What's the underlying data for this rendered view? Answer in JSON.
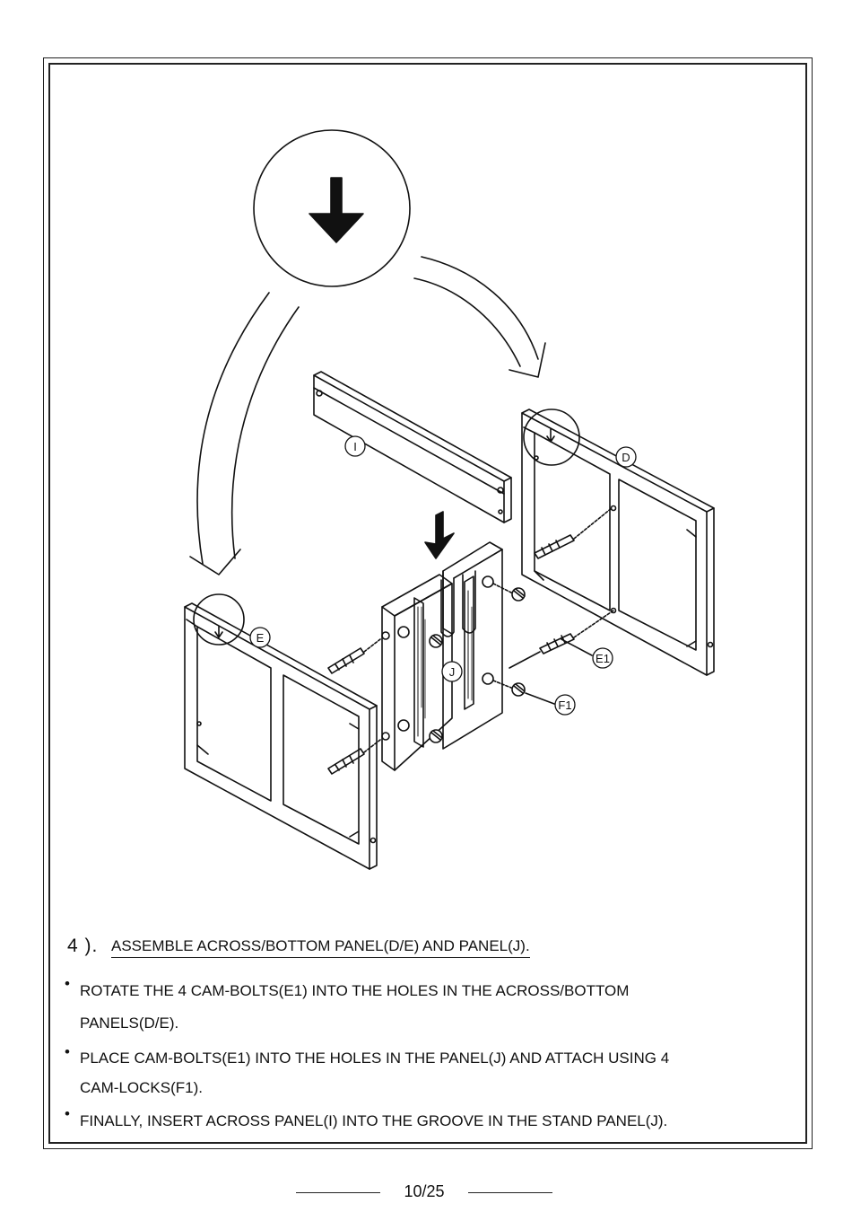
{
  "diagram": {
    "callouts": {
      "panel_i": "I",
      "panel_d": "D",
      "panel_e": "E",
      "panel_j": "J",
      "cam_bolt": "E1",
      "cam_lock": "F1"
    },
    "icons": [
      "down-arrow-icon",
      "curved-arrow-icon",
      "cam-bolt-icon",
      "cam-lock-icon"
    ]
  },
  "step": {
    "number": "4 ).",
    "title": "ASSEMBLE ACROSS/BOTTOM PANEL(D/E) AND PANEL(J)."
  },
  "instructions": [
    {
      "bullet": "•",
      "lines": [
        "ROTATE THE 4 CAM-BOLTS(E1) INTO THE HOLES IN THE ACROSS/BOTTOM",
        "PANELS(D/E)."
      ]
    },
    {
      "bullet": "•",
      "lines": [
        "PLACE CAM-BOLTS(E1) INTO THE HOLES IN THE PANEL(J) AND ATTACH USING 4",
        "CAM-LOCKS(F1)."
      ]
    },
    {
      "bullet": "•",
      "lines": [
        "FINALLY, INSERT ACROSS PANEL(I) INTO THE GROOVE IN THE STAND PANEL(J)."
      ]
    }
  ],
  "footer": {
    "page": "10/25"
  }
}
